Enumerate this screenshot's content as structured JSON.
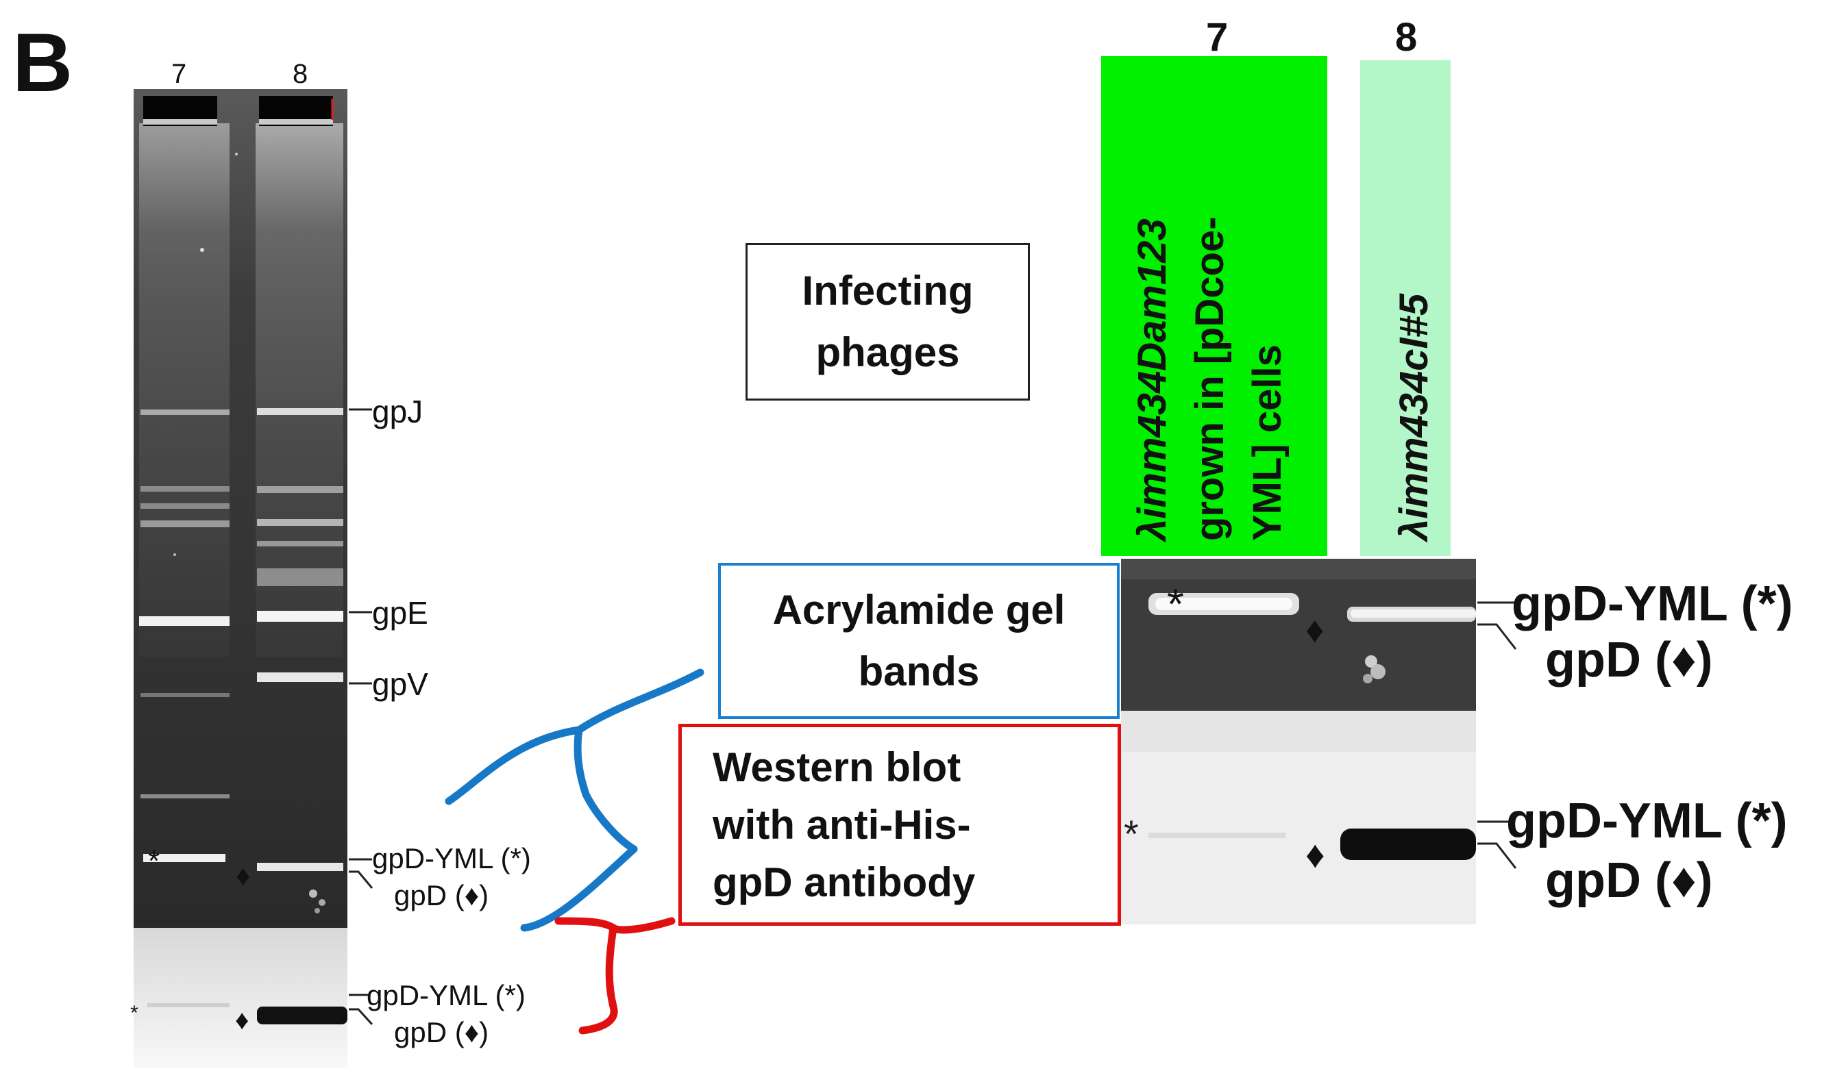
{
  "panel_letter": "B",
  "left_gel": {
    "lane_labels": [
      "7",
      "8"
    ],
    "bands": {
      "gpJ": "gpJ",
      "gpE": "gpE",
      "gpV": "gpV",
      "gpD_YML": "gpD-YML (*)",
      "gpD": "gpD (♦)"
    },
    "western": {
      "gpD_YML": "gpD-YML (*)",
      "gpD": "gpD (♦)"
    },
    "asterisk": "*",
    "diamond": "♦"
  },
  "infecting_box": {
    "line1": "Infecting",
    "line2": "phages"
  },
  "gel_box": {
    "line1": "Acrylamide gel",
    "line2": "bands"
  },
  "western_box": {
    "line1": "Western blot",
    "line2": "with anti-His-",
    "line3": "gpD antibody"
  },
  "right_panel": {
    "lane7_number": "7",
    "lane8_number": "8",
    "lane7_label": {
      "line1": "λimm434Dam123",
      "line2": "grown in [pDcoe-",
      "line3": "YML] cells"
    },
    "lane8_label": "λimm434cI#5",
    "gel_labels": {
      "gpD_YML": "gpD-YML (*)",
      "gpD": "gpD (♦)"
    },
    "western_labels": {
      "gpD_YML": "gpD-YML (*)",
      "gpD": "gpD (♦)"
    },
    "asterisk": "*",
    "diamond": "♦",
    "colors": {
      "lane7": "#00f000",
      "lane8": "#b3f7c8"
    }
  },
  "colors": {
    "blue_bracket": "#1778c8",
    "red_bracket": "#e01010",
    "gel_box_border": "#1a7fd0",
    "western_box_border": "#e01010"
  }
}
